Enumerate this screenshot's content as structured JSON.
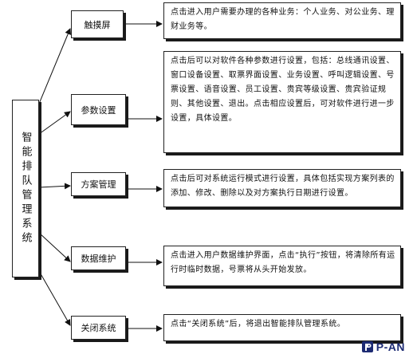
{
  "root": {
    "label": "智能排队管理系统"
  },
  "nodes": [
    {
      "label": "触摸屏",
      "description": "点击进入用户需要办理的各种业务：个人业务、对公业务、理财业务等。"
    },
    {
      "label": "参数设置",
      "description": "点击后可以对软件各种参数进行设置，包括：总线通讯设置、窗口设备设置、取票界面设置、业务设置、呼叫逻辑设置、号票设置、语音设置、员工设置、贵宾等级设置、贵宾验证规则、其他设置、退出。点击相应设置后，可对软件进行进一步设置，具体设置。"
    },
    {
      "label": "方案管理",
      "description": "点击后可对系统运行模式进行设置，具体包括实现方案列表的添加、修改、删除以及对方案执行日期进行设置。"
    },
    {
      "label": "数据维护",
      "description": "点击进入用户数据维护界面，点击“执行”按钮，将清除所有运行时临时数据，号票将从头开始发放。"
    },
    {
      "label": "关闭系统",
      "description": "点击“关闭系统”后，将退出智能排队管理系统。"
    }
  ],
  "logo": {
    "text": "P-AN"
  }
}
